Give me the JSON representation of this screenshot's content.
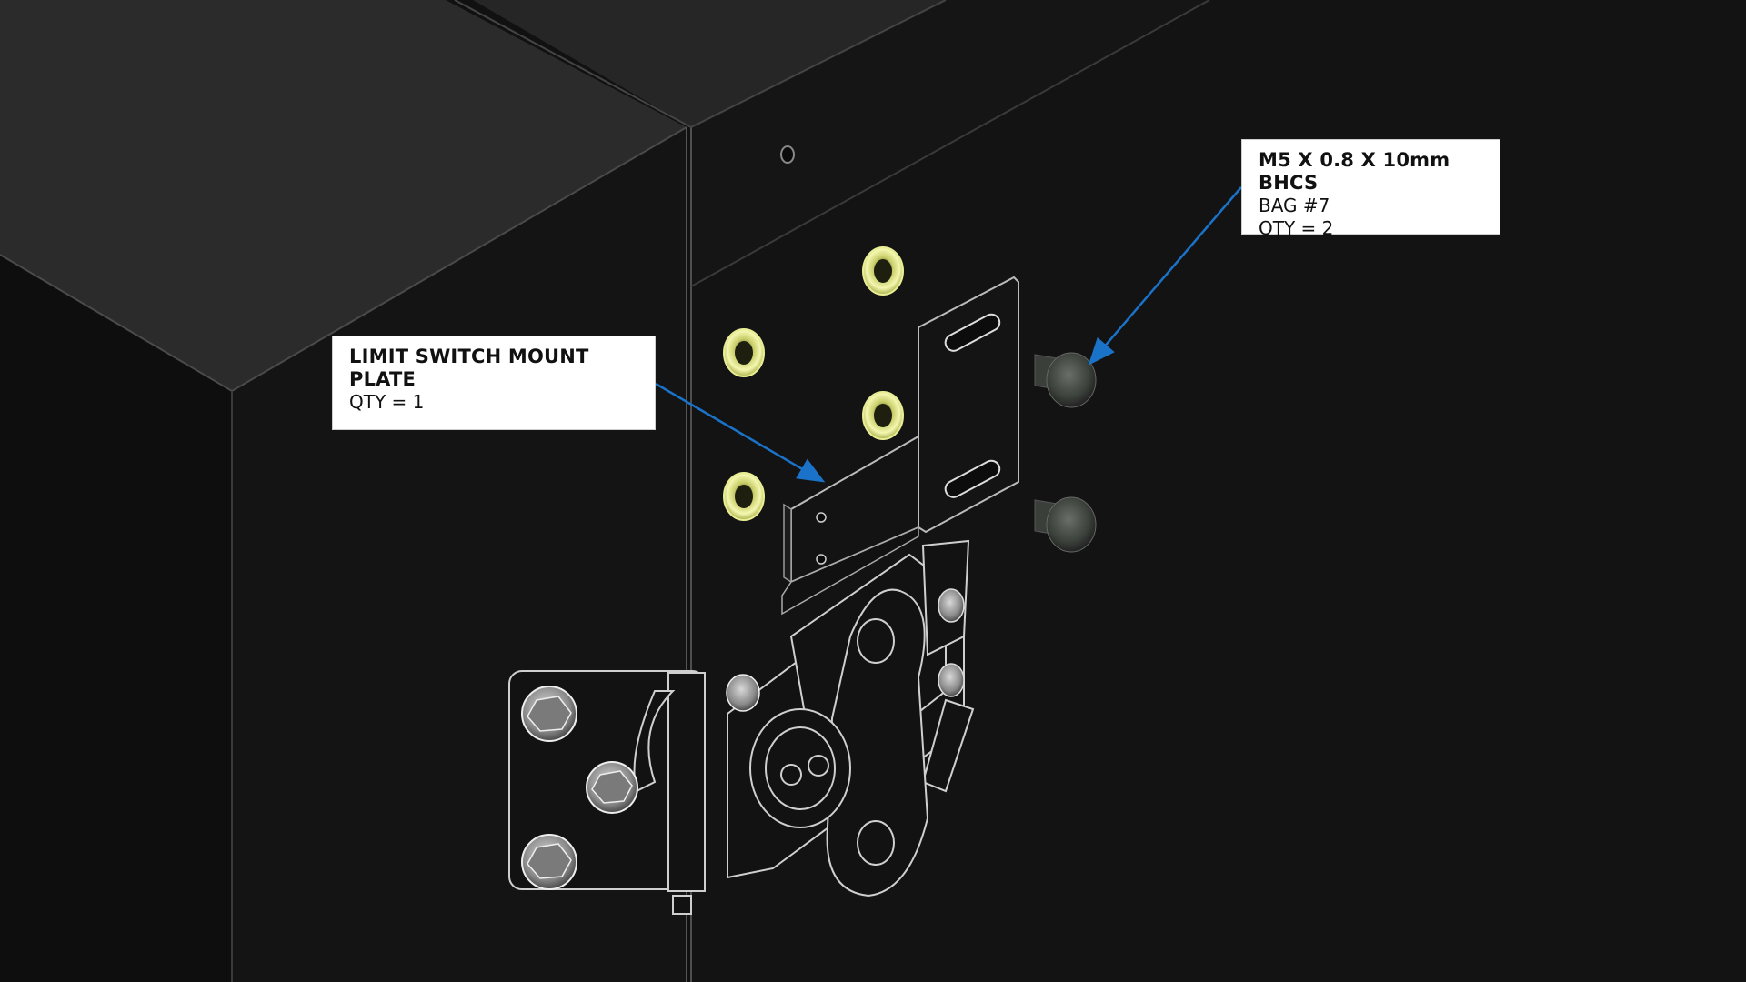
{
  "colors": {
    "background": "#111111",
    "cabinet_top": "#2a2a2a",
    "cabinet_front": "#131313",
    "cabinet_side": "#0f0f0f",
    "leader_arrow": "#1a73c8",
    "insert_yellow": "#f2f5a8",
    "callout_bg": "#ffffff"
  },
  "callouts": {
    "plate": {
      "title_line1": "LIMIT SWITCH MOUNT",
      "title_line2": "PLATE",
      "qty": "QTY = 1"
    },
    "screw": {
      "title_line1": "M5 X 0.8 X 10mm",
      "title_line2": "BHCS",
      "bag": "BAG #7",
      "qty": "QTY = 2"
    }
  },
  "icons": {
    "inserts": "yellow-rivnut-icon",
    "screws": "button-head-cap-screw-icon",
    "latch": "draw-latch-icon",
    "hex_bolts": "hex-flange-bolt-icon"
  }
}
